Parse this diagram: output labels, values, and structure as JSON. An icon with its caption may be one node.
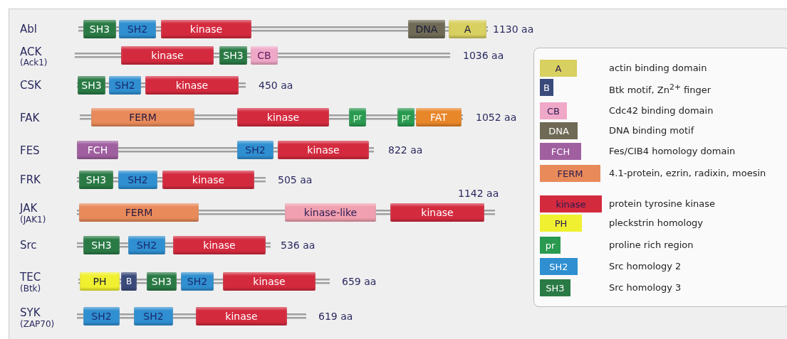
{
  "diagram": {
    "nodes": [
      {
        "text": [
          "SH3"
        ]
      },
      {
        "text": [
          "SH2"
        ]
      },
      {
        "text": [
          "kinase"
        ]
      },
      {
        "text": [
          "DNA"
        ]
      },
      {
        "text": [
          "A"
        ]
      },
      {
        "text": [
          "kinase"
        ]
      },
      {
        "text": [
          "SH3"
        ]
      },
      {
        "text": [
          "CB"
        ]
      },
      {
        "text": [
          "SH3"
        ]
      },
      {
        "text": [
          "SH2"
        ]
      },
      {
        "text": [
          "kinase"
        ]
      },
      {
        "text": [
          "FERM"
        ]
      },
      {
        "text": [
          "kinase"
        ]
      },
      {
        "text": [
          "pr"
        ]
      },
      {
        "text": [
          "pr"
        ]
      },
      {
        "text": [
          "FAT"
        ]
      },
      {
        "text": [
          "FCH"
        ]
      },
      {
        "text": [
          "SH2"
        ]
      },
      {
        "text": [
          "kinase"
        ]
      },
      {
        "text": [
          "SH3"
        ]
      },
      {
        "text": [
          "SH2"
        ]
      },
      {
        "text": [
          "kinase"
        ]
      },
      {
        "text": [
          "FERM"
        ]
      },
      {
        "text": [
          "kinase-like"
        ]
      },
      {
        "text": [
          "kinase"
        ]
      },
      {
        "text": [
          "SH3"
        ]
      },
      {
        "text": [
          "SH2"
        ]
      },
      {
        "text": [
          "kinase"
        ]
      },
      {
        "text": [
          "PH"
        ]
      },
      {
        "text": [
          "B"
        ]
      },
      {
        "text": [
          "SH3"
        ]
      },
      {
        "text": [
          "SH2"
        ]
      },
      {
        "text": [
          "kinase"
        ]
      },
      {
        "text": [
          "SH2"
        ]
      },
      {
        "text": [
          "SH2"
        ]
      },
      {
        "text": [
          "kinase"
        ]
      }
    ],
    "labels": [
      "Abl",
      "1130 aa",
      "ACK",
      "(Ack1)",
      "1036 aa",
      "CSK",
      "450 aa",
      "FAK",
      "1052 aa",
      "FES",
      "822 aa",
      "FRK",
      "505 aa",
      "JAK",
      "(JAK1)",
      "1142 aa",
      "Src",
      "536 aa",
      "TEC",
      "(Btk)",
      "659 aa",
      "SYK",
      "(ZAP70)",
      "619 aa",
      "A",
      "B",
      "CB",
      "DNA",
      "FCH",
      "FERM",
      "kinase",
      "PH",
      "pr",
      "SH2",
      "SH3"
    ],
    "legend": [
      {
        "text": "actin binding domain",
        "color": "#d8d060"
      },
      {
        "text": "Btk motif, Zn$^{2+}$ finger",
        "color": "#3a4a7a"
      },
      {
        "text": "Cdc42 binding domain",
        "color": "#f0a8c8"
      },
      {
        "text": "DNA binding motif",
        "color": "#6e6a55"
      },
      {
        "text": "Fes/CIB4 homology domain",
        "color": "#a060a0"
      },
      {
        "text": "4.1-protein, ezrin, radixin, moesin",
        "color": "#e88a5a"
      },
      {
        "text": "protein tyrosine kinase",
        "color": "#d42a3e"
      },
      {
        "text": "pleckstrin homology",
        "color": "#f0f030"
      },
      {
        "text": "proline rich region",
        "color": "#2a9a50"
      },
      {
        "text": "Src homology 2",
        "color": "#2f8fd0"
      },
      {
        "text": "Src homology 3",
        "color": "#2a7a45"
      }
    ]
  }
}
